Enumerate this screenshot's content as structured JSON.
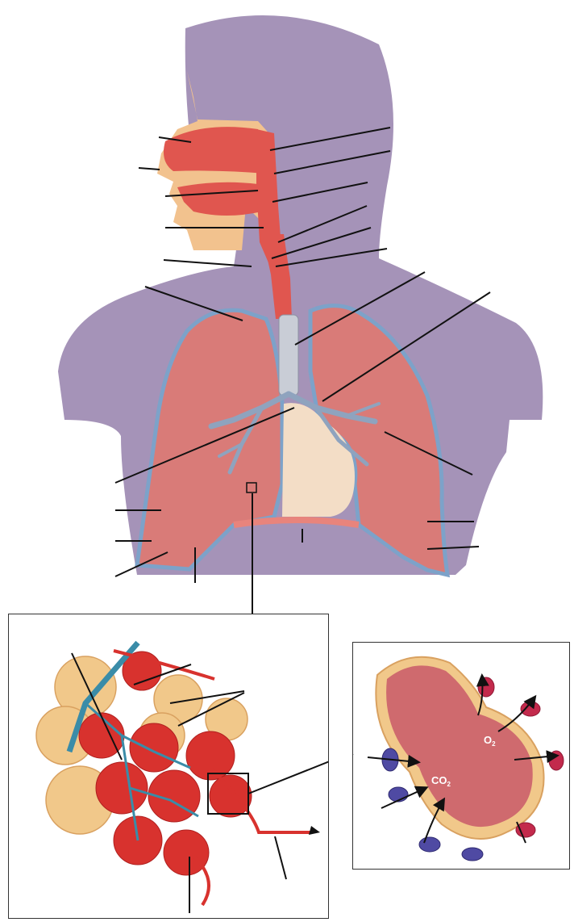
{
  "diagram": {
    "alveolus_gases": {
      "oxygen": "O",
      "oxygen_subscript": "2",
      "carbon_dioxide": "CO",
      "carbon_dioxide_subscript": "2"
    },
    "colors": {
      "body_silhouette": "#a593b8",
      "airway_tissue": "#e0564f",
      "bone_cartilage": "#f2c28e",
      "trachea": "#c9cdd6",
      "lung_tissue": "#d97b78",
      "pleura_border": "#7da2c9",
      "bronchi": "#8fa3be",
      "heart_region": "#f3ddc6",
      "diaphragm": "#e8847c",
      "capillary_red": "#d8322e",
      "capillary_blue": "#3a8ca8",
      "alveolar_sac": "#f1c88a",
      "alveolus_interior": "#cf6a6e",
      "red_blood_cell": "#c32a4c",
      "blue_blood_cell": "#4f4aa3",
      "leader_line": "#111111"
    }
  }
}
